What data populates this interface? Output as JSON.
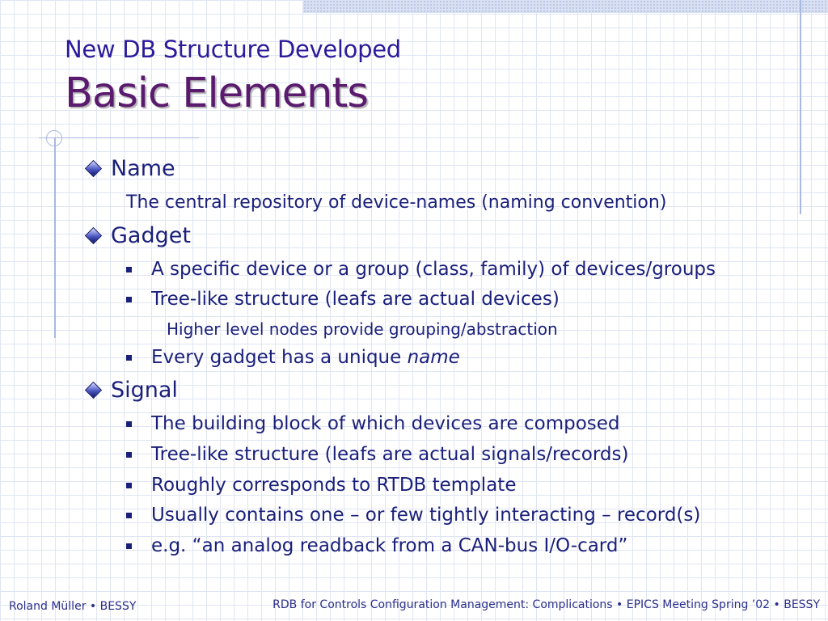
{
  "slide": {
    "subtitle": "New DB Structure Developed",
    "title": "Basic Elements"
  },
  "sections": {
    "name": {
      "heading": "Name",
      "text": "The central repository of device-names (naming convention)"
    },
    "gadget": {
      "heading": "Gadget",
      "items": [
        "A specific device or a group (class, family) of devices/groups",
        "Tree-like structure (leafs are actual devices)"
      ],
      "subnote": "Higher level nodes provide grouping/abstraction",
      "last_item_prefix": "Every gadget has a unique ",
      "last_item_emphasis": "name"
    },
    "signal": {
      "heading": "Signal",
      "items": [
        "The building block of which devices are composed",
        "Tree-like structure (leafs are actual signals/records)",
        "Roughly corresponds to RTDB template",
        "Usually contains one – or few tightly interacting – record(s)",
        "e.g. “an analog readback from a CAN-bus I/O-card”"
      ]
    }
  },
  "footer": {
    "left": "Roland Müller • BESSY",
    "right": "RDB for Controls Configuration Management: Complications • EPICS Meeting Spring ’02 • BESSY"
  }
}
